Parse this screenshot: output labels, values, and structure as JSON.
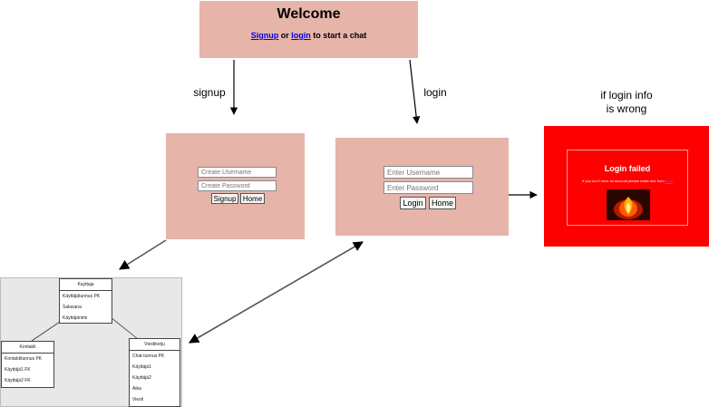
{
  "welcome": {
    "title": "Welcome",
    "signup_link": "Signup",
    "or_text": "or",
    "login_link": "login",
    "tail_text": "to start a chat"
  },
  "captions": {
    "signup": "signup",
    "login": "login",
    "wrong_line1": "if login info",
    "wrong_line2": "is wrong"
  },
  "signup_form": {
    "username_placeholder": "Create Username",
    "password_placeholder": "Create Password",
    "signup_button": "Signup",
    "home_button": "Home"
  },
  "login_form": {
    "username_placeholder": "Enter Username",
    "password_placeholder": "Enter Password",
    "login_button": "Login",
    "home_button": "Home"
  },
  "error": {
    "title": "Login failed",
    "message": "If you don't have an account please make one from",
    "link": "here"
  },
  "erd": {
    "entities": [
      {
        "name": "Kayttaja",
        "rows": [
          "Käyttäjätunnus PK",
          "Salasana",
          "Käyttäjänimi"
        ]
      },
      {
        "name": "Kontakti",
        "rows": [
          "Kontaktitunnus PK",
          "Käyttäjä1 FK",
          "Käyttäjä2 FK"
        ]
      },
      {
        "name": "Viestiketju",
        "rows": [
          "Chat-tunnus PK",
          "Käyttäjä1",
          "Käyttäjä2",
          "Aika",
          "Viesti"
        ]
      }
    ]
  },
  "colors": {
    "panel": "#e6b4a9",
    "error": "#ff0000",
    "link": "#0000ee"
  }
}
